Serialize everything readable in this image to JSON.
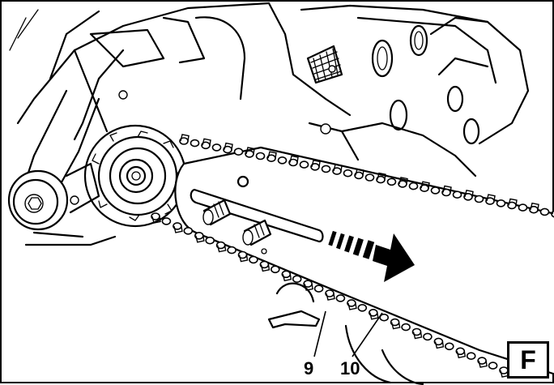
{
  "figure": {
    "letter": "F",
    "callouts": [
      {
        "id": "9",
        "label": "9"
      },
      {
        "id": "10",
        "label": "10"
      }
    ],
    "arrow_direction": "right"
  },
  "colors": {
    "line": "#000000",
    "background": "#ffffff"
  }
}
